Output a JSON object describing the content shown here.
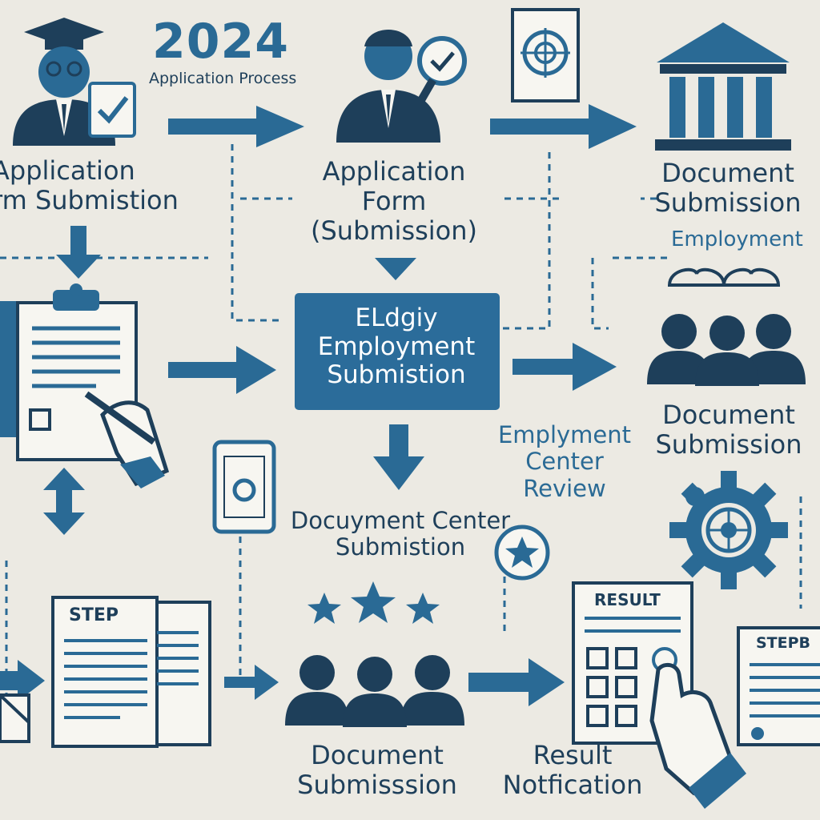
{
  "header": {
    "year": "2024",
    "subtitle": "Application Process"
  },
  "labels": {
    "application_form_left": [
      "Application",
      "rm Submistion"
    ],
    "application_form_mid": [
      "Application",
      "Form",
      "(Submission)"
    ],
    "document_submission_top": [
      "Document",
      "Submission"
    ],
    "employment": "Employment",
    "center_box": [
      "ELdgiy",
      "Employment",
      "Submistion"
    ],
    "document_submission_mid": [
      "Document",
      "Submission"
    ],
    "employment_center_review": [
      "Emplyment",
      "Center",
      "Review"
    ],
    "document_center_submission": [
      "Docuyment Center",
      "Submistion"
    ],
    "step_left": "STEP",
    "step_right": "STEPB",
    "result_card": "RESULT",
    "document_submission_bottom": [
      "Document",
      "Submisssion"
    ],
    "result_notification": [
      "Result",
      "Notfication"
    ]
  },
  "colors": {
    "navy": "#1e3f5a",
    "steel_blue": "#2a6a95",
    "box_blue": "#2b6c9a",
    "paper": "#f7f6f1",
    "background": "#eceae3"
  },
  "icons": [
    "graduate-avatar-icon",
    "checkmark-card-icon",
    "reviewer-avatar-icon",
    "magnifier-check-icon",
    "target-document-icon",
    "bank-building-icon",
    "clipboard-form-icon",
    "writing-hand-icon",
    "swap-arrows-icon",
    "smartphone-icon",
    "gear-icon",
    "star-badge-icon",
    "stars-icon",
    "team-icon",
    "envelope-icon",
    "pointing-hand-icon",
    "step-document-icon",
    "result-document-icon"
  ]
}
